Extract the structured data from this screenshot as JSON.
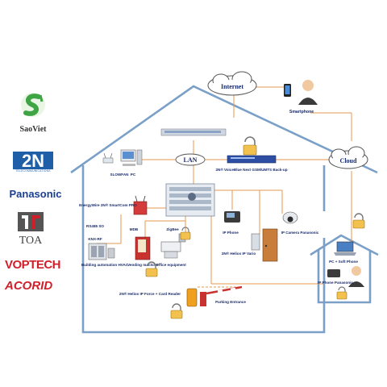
{
  "brands": {
    "saoviet": "SaoViet",
    "twon": "2N",
    "twon_sub": "TELECOMMUNICATIONS",
    "panasonic": "Panasonic",
    "toa": "TOA",
    "voptech": "VOPTECH",
    "acorid": "ACORID"
  },
  "nodes": {
    "internet": "Internet",
    "smartphone": "Smartphone",
    "lan": "LAN",
    "cloud": "Cloud",
    "voiceblue": "2N® VoiceBlue Next GSM/UMTS Back-up",
    "pc": "PC",
    "slowfan": "SLOWFAN",
    "energywire": "EnergyWire 2N® SmartCom PRO",
    "rs485": "RS485 SO",
    "knx": "KNX-RF",
    "mdb": "MDB",
    "zigbee": "ZigBee",
    "building": "Building automation HVAC",
    "vending": "Vending machine",
    "office": "Office equipment",
    "ipphone": "IP Phone",
    "vario": "2N® Helios IP Vario",
    "ipcamera": "IP Camera Panasonic",
    "pc_softphone": "PC + Soft Phone",
    "ipphone_pana": "IP Phone Panasonic",
    "force": "2N® Helios IP Force + Card Reader",
    "parking": "Parking Entrance"
  },
  "colors": {
    "house": "#7aa0c8",
    "link": "#e39a4e",
    "label": "#1a2c6b",
    "vop_red": "#d11f2a",
    "twon_blue": "#1f5fa8",
    "panasonic_blue": "#1a3e94"
  }
}
